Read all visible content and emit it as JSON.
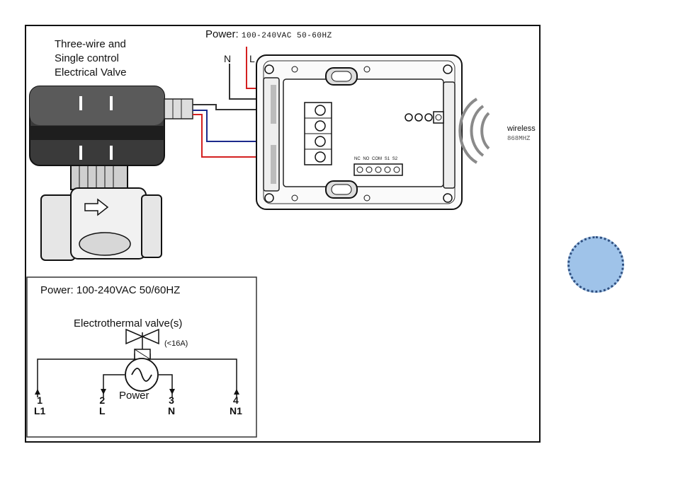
{
  "top_section": {
    "valve_label": {
      "line1": "Three-wire and",
      "line2": "Single control",
      "line3": "Electrical Valve"
    },
    "power_label": "Power",
    "power_spec": "100-240VAC  50-60HZ",
    "neutral_label": "N",
    "live_label": "L",
    "wireless_label": "wireless",
    "wireless_freq": "868MHZ",
    "relay_terminals": [
      "NC",
      "NO",
      "COM",
      "S1",
      "S2"
    ],
    "colors": {
      "live_wire": "#d42020",
      "neutral_wire": "#333333",
      "valve_wire": "#1c2a8c"
    }
  },
  "schematic": {
    "power_title": "Power: 100-240VAC  50/60HZ",
    "valve_label": "Electrothermal valve(s)",
    "current_limit": "(<16A)",
    "source_label": "Power",
    "terminals": [
      {
        "number": "1",
        "name": "L1"
      },
      {
        "number": "2",
        "name": "L"
      },
      {
        "number": "3",
        "name": "N"
      },
      {
        "number": "4",
        "name": "N1"
      }
    ]
  },
  "status_dot": {
    "color": "#9fc3e9"
  }
}
